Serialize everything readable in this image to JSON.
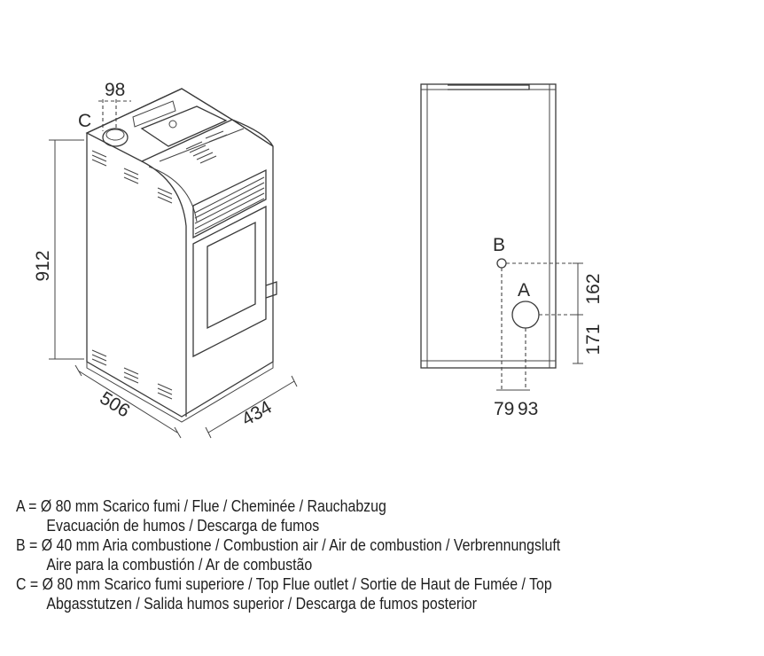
{
  "diagram": {
    "perspective": {
      "dim_width": "506",
      "dim_depth": "434",
      "dim_height": "912",
      "dim_top_offset": "98",
      "label_c": "C"
    },
    "rear": {
      "label_a": "A",
      "label_b": "B",
      "dim_162": "162",
      "dim_171": "171",
      "dim_79": "79",
      "dim_93": "93"
    }
  },
  "legend": [
    {
      "line1": "A = Ø 80 mm  Scarico fumi / Flue / Cheminée / Rauchabzug",
      "line2": "Evacuación de humos / Descarga de fumos"
    },
    {
      "line1": "B = Ø 40 mm  Aria combustione / Combustion air / Air de combustion / Verbrennungsluft",
      "line2": "Aire para la combustión / Ar de combustão"
    },
    {
      "line1": "C = Ø 80 mm  Scarico fumi superiore / Top Flue outlet / Sortie de Haut de Fumée / Top",
      "line2": "Abgasstutzen / Salida humos superior / Descarga de fumos posterior"
    }
  ]
}
